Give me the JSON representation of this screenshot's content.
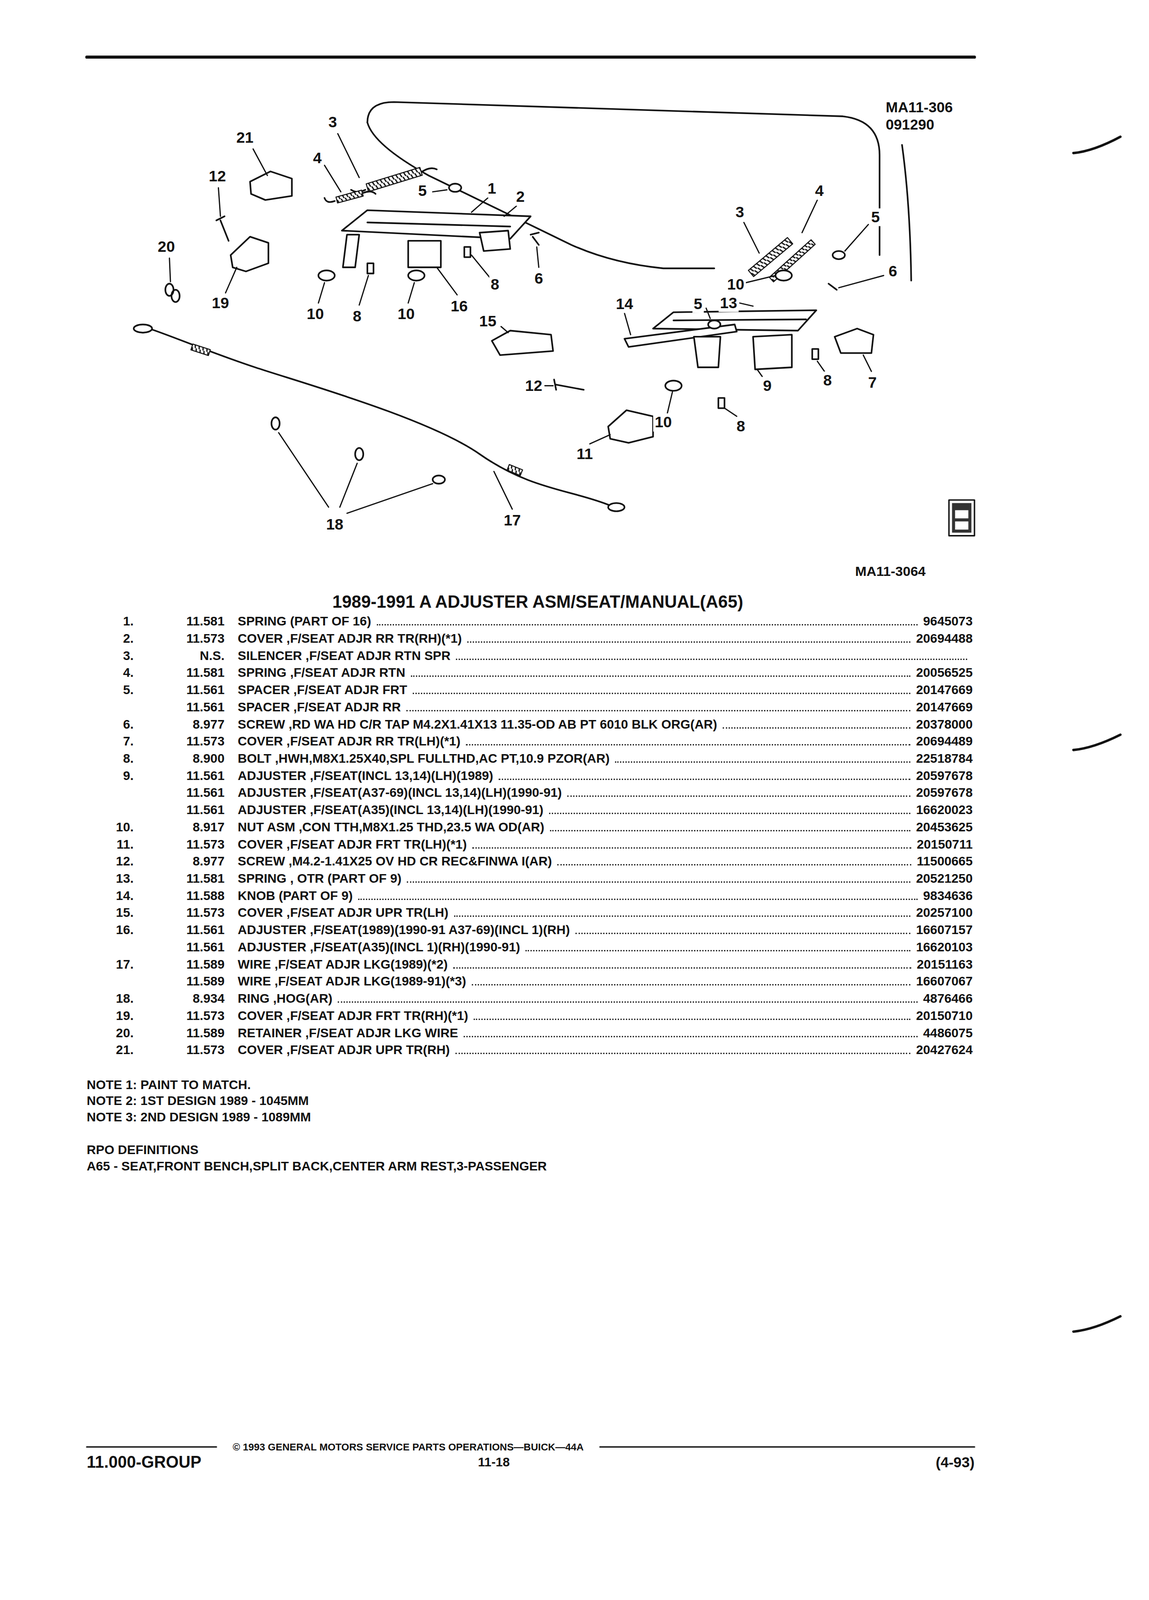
{
  "diagram": {
    "title": "1989-1991 A ADJUSTER ASM/SEAT/MANUAL(A65)",
    "labels": [
      "MA11-306",
      "091290",
      "21",
      "3",
      "12",
      "4",
      "5",
      "1",
      "2",
      "20",
      "19",
      "10",
      "8",
      "10",
      "16",
      "8",
      "6",
      "3",
      "4",
      "5",
      "5",
      "10",
      "13",
      "6",
      "14",
      "15",
      "7",
      "9",
      "8",
      "12",
      "10",
      "8",
      "11",
      "18",
      "17",
      "MA11-3064",
      "1.",
      "11.581",
      "SPRING (PART OF 16)",
      "9645073",
      "2.",
      "11.573",
      "COVER ,F/SEAT ADJR RR TR(RH)(*1)",
      "20694488",
      "3.",
      "N.S.",
      "SILENCER ,F/SEAT ADJR RTN SPR",
      "4.",
      "11.581",
      "SPRING ,F/SEAT ADJR RTN",
      "20056525",
      "5.",
      "11.561",
      "SPACER ,F/SEAT ADJR FRT",
      "20147669",
      "11.561",
      "SPACER ,F/SEAT ADJR RR",
      "20147669",
      "6.",
      "8.977",
      "SCREW ,RD WA HD C/R TAP M4.2X1.41X13 11.35-OD AB PT 6010 BLK ORG(AR)",
      "20378000",
      "7.",
      "11.573",
      "COVER ,F/SEAT ADJR RR TR(LH)(*1)",
      "20694489",
      "8.",
      "8.900",
      "BOLT ,HWH,M8X1.25X40,SPL FULLTHD,AC PT,10.9 PZOR(AR)",
      "22518784",
      "9.",
      "11.561",
      "ADJUSTER ,F/SEAT(INCL 13,14)(LH)(1989)",
      "20597678",
      "11.561",
      "ADJUSTER ,F/SEAT(A37-69)(INCL 13,14)(LH)(1990-91)",
      "20597678",
      "11.561",
      "ADJUSTER ,F/SEAT(A35)(INCL 13,14)(LH)(1990-91)",
      "16620023",
      "10.",
      "8.917",
      "NUT ASM ,CON TTH,M8X1.25 THD,23.5 WA OD(AR)",
      "20453625",
      "11.",
      "11.573",
      "COVER ,F/SEAT ADJR FRT TR(LH)(*1)",
      "20150711",
      "12.",
      "8.977",
      "SCREW ,M4.2-1.41X25 OV HD CR REC&FINWA I(AR)",
      "11500665",
      "13.",
      "11.581",
      "SPRING , OTR (PART OF 9)",
      "20521250",
      "14.",
      "11.588",
      "KNOB (PART OF 9)",
      "9834636",
      "15.",
      "11.573",
      "COVER ,F/SEAT ADJR UPR TR(LH)",
      "20257100",
      "16.",
      "11.561",
      "ADJUSTER ,F/SEAT(1989)(1990-91 A37-69)(INCL 1)(RH)",
      "16607157",
      "11.561",
      "ADJUSTER ,F/SEAT(A35)(INCL 1)(RH)(1990-91)",
      "16620103",
      "17.",
      "11.589",
      "WIRE ,F/SEAT ADJR LKG(1989)(*2)",
      "20151163",
      "11.589",
      "WIRE ,F/SEAT ADJR LKG(1989-91)(*3)",
      "16607067",
      "18.",
      "8.934",
      "RING ,HOG(AR)",
      "4876466",
      "19.",
      "11.573",
      "COVER ,F/SEAT ADJR FRT TR(RH)(*1)",
      "20150710",
      "20.",
      "11.589",
      "RETAINER ,F/SEAT ADJR LKG WIRE",
      "4486075",
      "21.",
      "11.573",
      "COVER ,F/SEAT ADJR UPR TR(RH)",
      "20427624",
      "NOTE 1: PAINT TO MATCH.",
      "NOTE 2: 1ST DESIGN 1989 - 1045MM",
      "NOTE 3: 2ND DESIGN 1989 - 1089MM",
      "RPO DEFINITIONS",
      "A65 - SEAT,FRONT BENCH,SPLIT BACK,CENTER ARM REST,3-PASSENGER",
      "© 1993 GENERAL MOTORS SERVICE PARTS OPERATIONS—BUICK—44A",
      "11.000-GROUP",
      "11-18",
      "(4-93)"
    ]
  }
}
